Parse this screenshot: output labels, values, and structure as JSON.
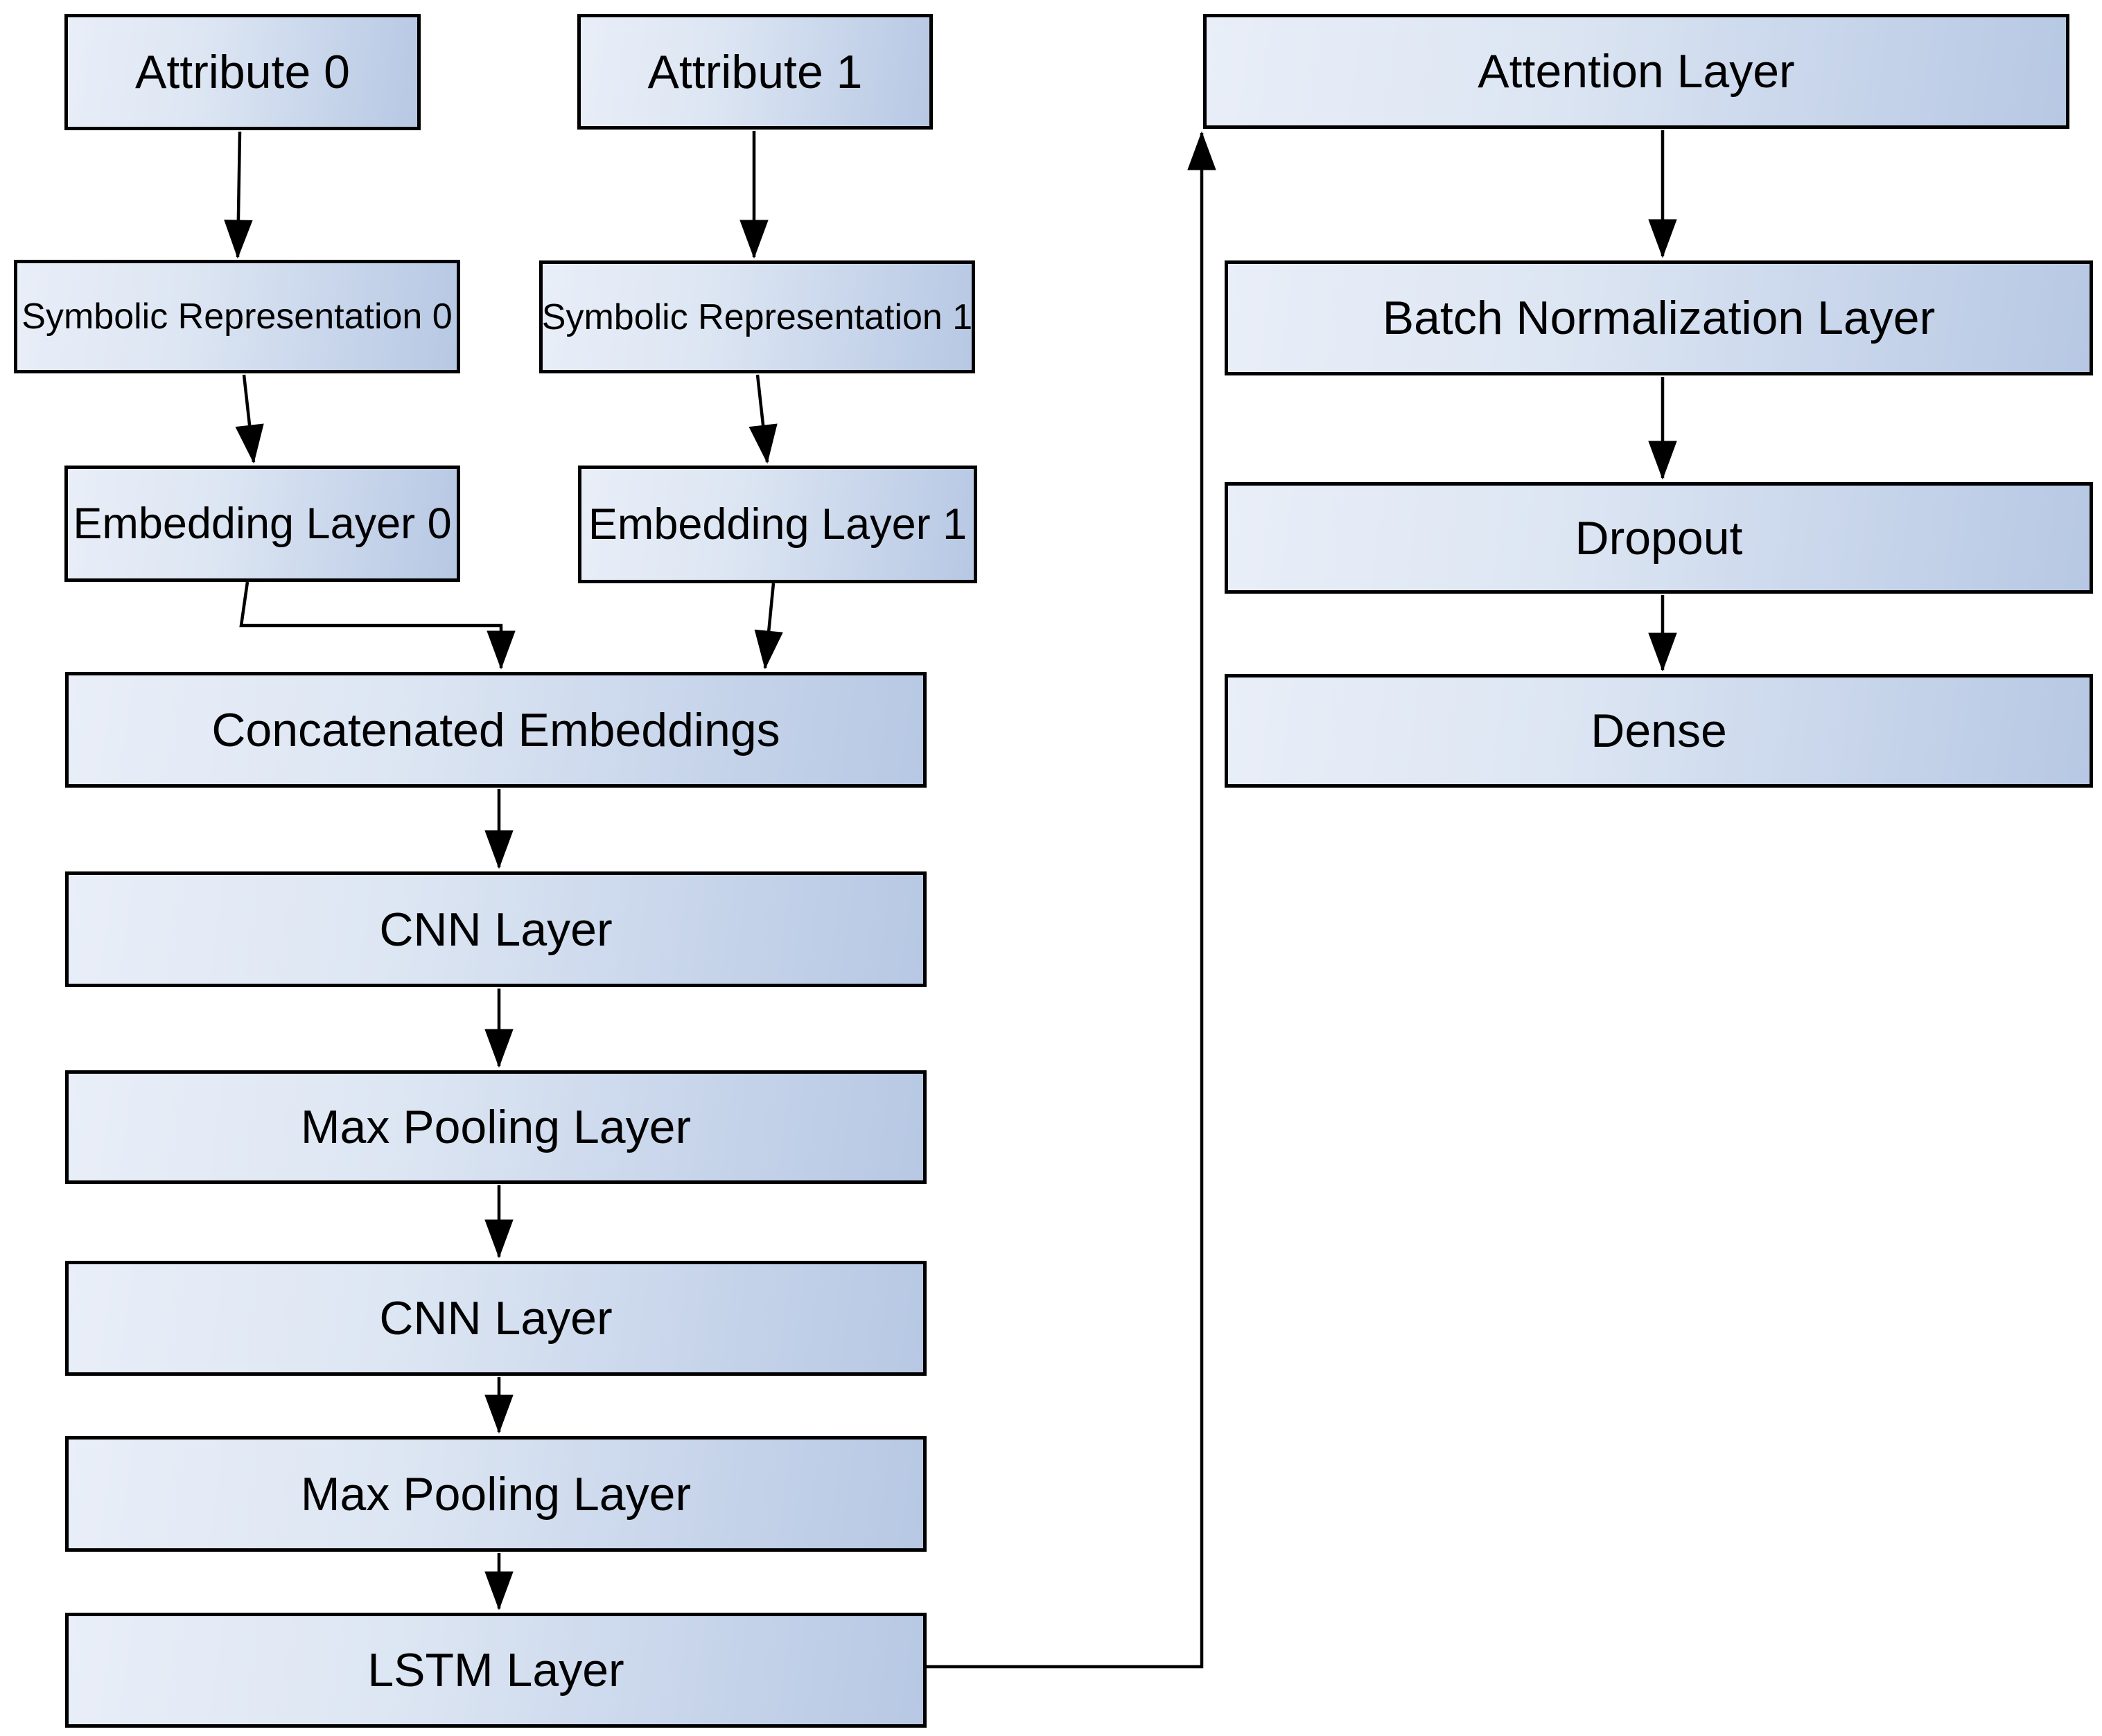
{
  "diagram": {
    "type": "flowchart",
    "background_color": "#ffffff",
    "node_border_color": "#000000",
    "node_fill_gradient_start": "#e9eef8",
    "node_fill_gradient_end": "#b7c8e4",
    "edge_color": "#000000",
    "nodes": {
      "attribute0": {
        "label": "Attribute 0"
      },
      "attribute1": {
        "label": "Attribute 1"
      },
      "symbolic0": {
        "label": "Symbolic Representation 0"
      },
      "symbolic1": {
        "label": "Symbolic Representation 1"
      },
      "embedding0": {
        "label": "Embedding Layer 0"
      },
      "embedding1": {
        "label": "Embedding Layer 1"
      },
      "concat": {
        "label": "Concatenated Embeddings"
      },
      "cnn1": {
        "label": "CNN Layer"
      },
      "maxpool1": {
        "label": "Max Pooling Layer"
      },
      "cnn2": {
        "label": "CNN Layer"
      },
      "maxpool2": {
        "label": "Max Pooling Layer"
      },
      "lstm": {
        "label": "LSTM Layer"
      },
      "attention": {
        "label": "Attention Layer"
      },
      "batchnorm": {
        "label": "Batch Normalization Layer"
      },
      "dropout": {
        "label": "Dropout"
      },
      "dense": {
        "label": "Dense"
      }
    },
    "edges": [
      {
        "from": "attribute0",
        "to": "symbolic0"
      },
      {
        "from": "attribute1",
        "to": "symbolic1"
      },
      {
        "from": "symbolic0",
        "to": "embedding0"
      },
      {
        "from": "symbolic1",
        "to": "embedding1"
      },
      {
        "from": "embedding0",
        "to": "concat"
      },
      {
        "from": "embedding1",
        "to": "concat"
      },
      {
        "from": "concat",
        "to": "cnn1"
      },
      {
        "from": "cnn1",
        "to": "maxpool1"
      },
      {
        "from": "maxpool1",
        "to": "cnn2"
      },
      {
        "from": "cnn2",
        "to": "maxpool2"
      },
      {
        "from": "maxpool2",
        "to": "lstm"
      },
      {
        "from": "lstm",
        "to": "attention"
      },
      {
        "from": "attention",
        "to": "batchnorm"
      },
      {
        "from": "batchnorm",
        "to": "dropout"
      },
      {
        "from": "dropout",
        "to": "dense"
      }
    ]
  }
}
